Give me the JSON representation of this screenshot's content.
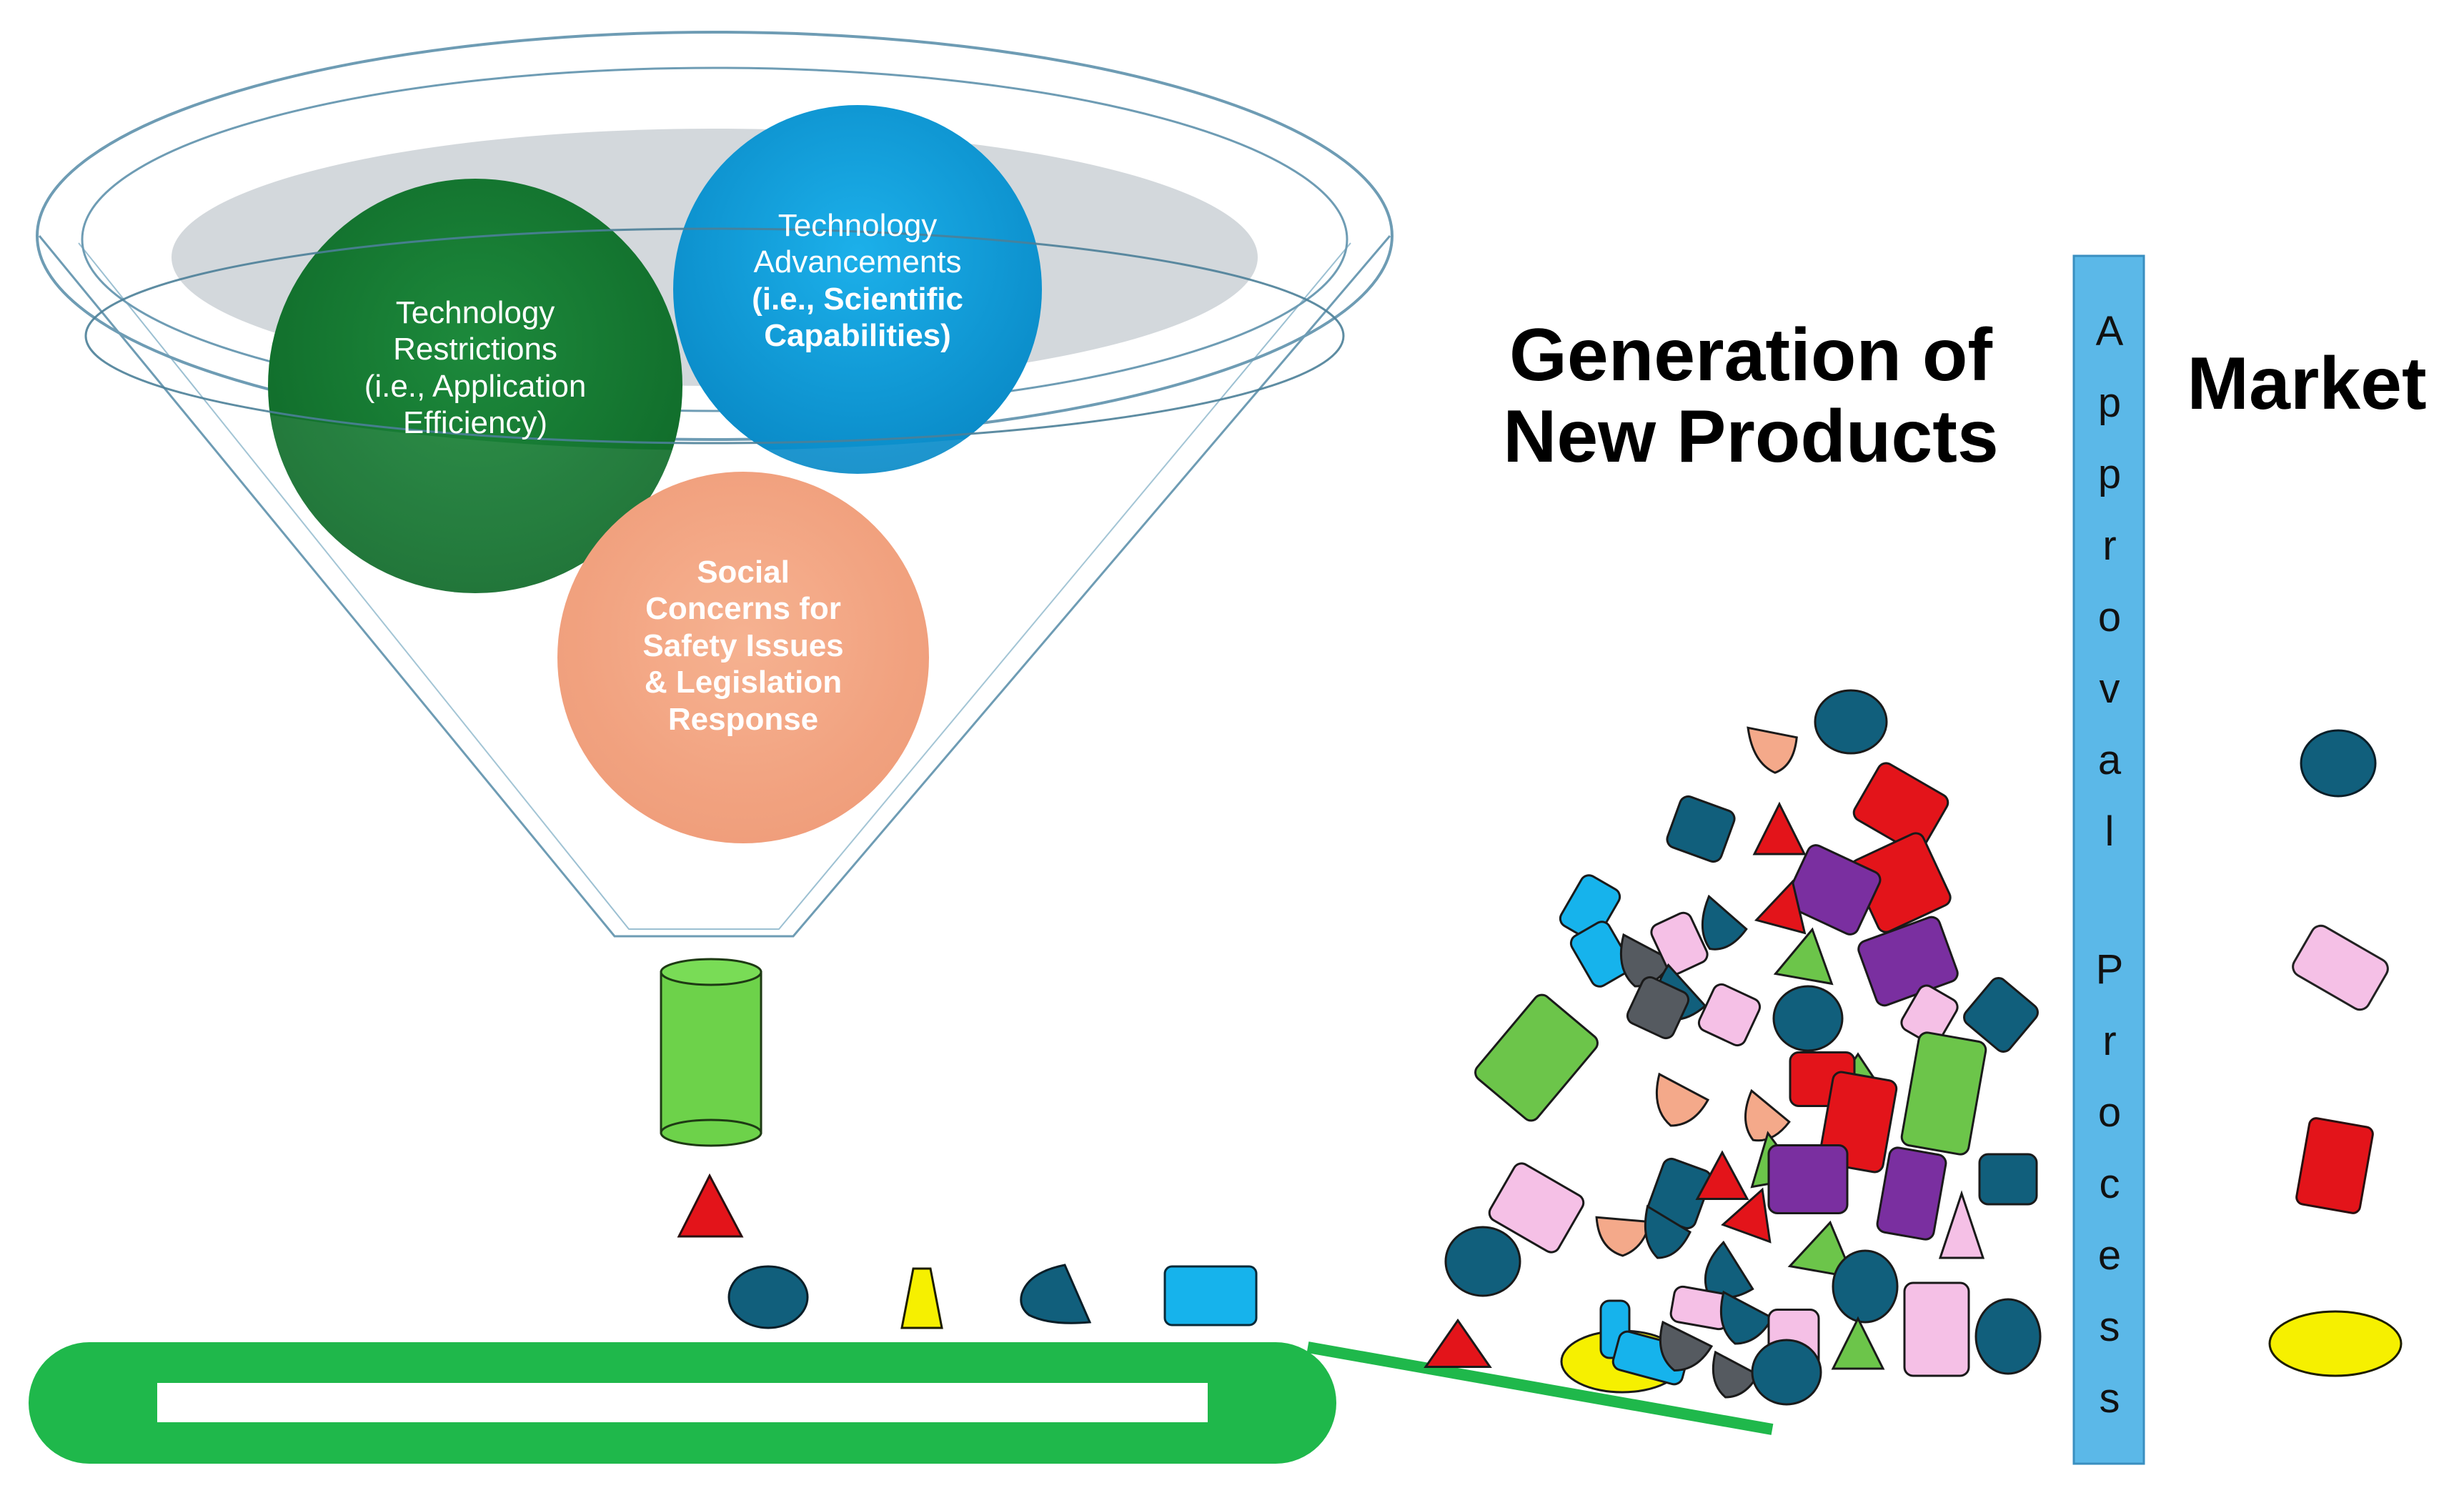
{
  "funnel": {
    "circles": [
      {
        "name": "technology-restrictions-circle",
        "color": "#1a7a35",
        "lines": [
          "Technology",
          "Restrictions",
          "(i.e., Application",
          "Efficiency)"
        ]
      },
      {
        "name": "technology-advancements-circle",
        "color": "#0f9ed8",
        "lines": [
          "Technology",
          "Advancements",
          "(i.e., Scientific",
          "Capabilities)"
        ]
      },
      {
        "name": "social-concerns-circle",
        "color": "#f19a74",
        "lines": [
          "Social",
          "Concerns for",
          "Safety Issues",
          "& Legislation",
          "Response"
        ]
      }
    ]
  },
  "headings": {
    "generation": [
      "Generation of",
      "New Products"
    ],
    "market": "Market"
  },
  "approval": {
    "word1": "Approval",
    "word2": "Process"
  },
  "colors": {
    "conveyor_green": "#1fb84b",
    "approval_bar": "#5bb8e8",
    "shape_teal": "#115f7c",
    "shape_red": "#e3141a",
    "shape_purple": "#7a2fa0",
    "shape_green": "#6cc54a",
    "shape_pink": "#f5c0e6",
    "shape_peach": "#f4a98a",
    "shape_gray": "#555a60",
    "shape_blue": "#16b3ec",
    "shape_yellow": "#f6f000"
  }
}
